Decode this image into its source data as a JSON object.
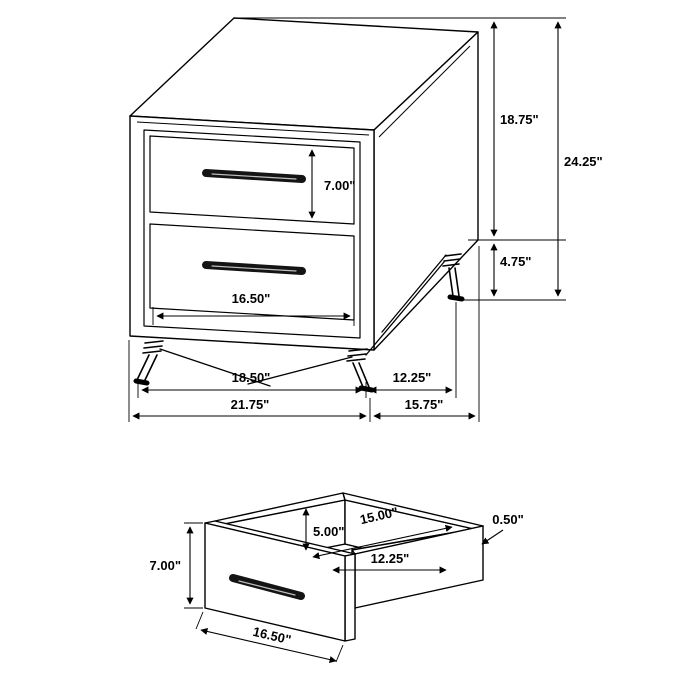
{
  "nightstand_view": {
    "dimensions": {
      "drawer_front_height": "7.00\"",
      "cabinet_height": "18.75\"",
      "overall_height": "24.25\"",
      "leg_height": "4.75\"",
      "drawer_front_width": "16.50\"",
      "front_leg_span": "18.50\"",
      "side_leg_span": "12.25\"",
      "overall_width": "21.75\"",
      "overall_depth": "15.75\""
    }
  },
  "drawer_view": {
    "dimensions": {
      "front_height": "7.00\"",
      "interior_width": "15.00\"",
      "side_thickness": "0.50\"",
      "interior_height": "5.00\"",
      "interior_depth": "12.25\"",
      "front_width": "16.50\""
    }
  }
}
